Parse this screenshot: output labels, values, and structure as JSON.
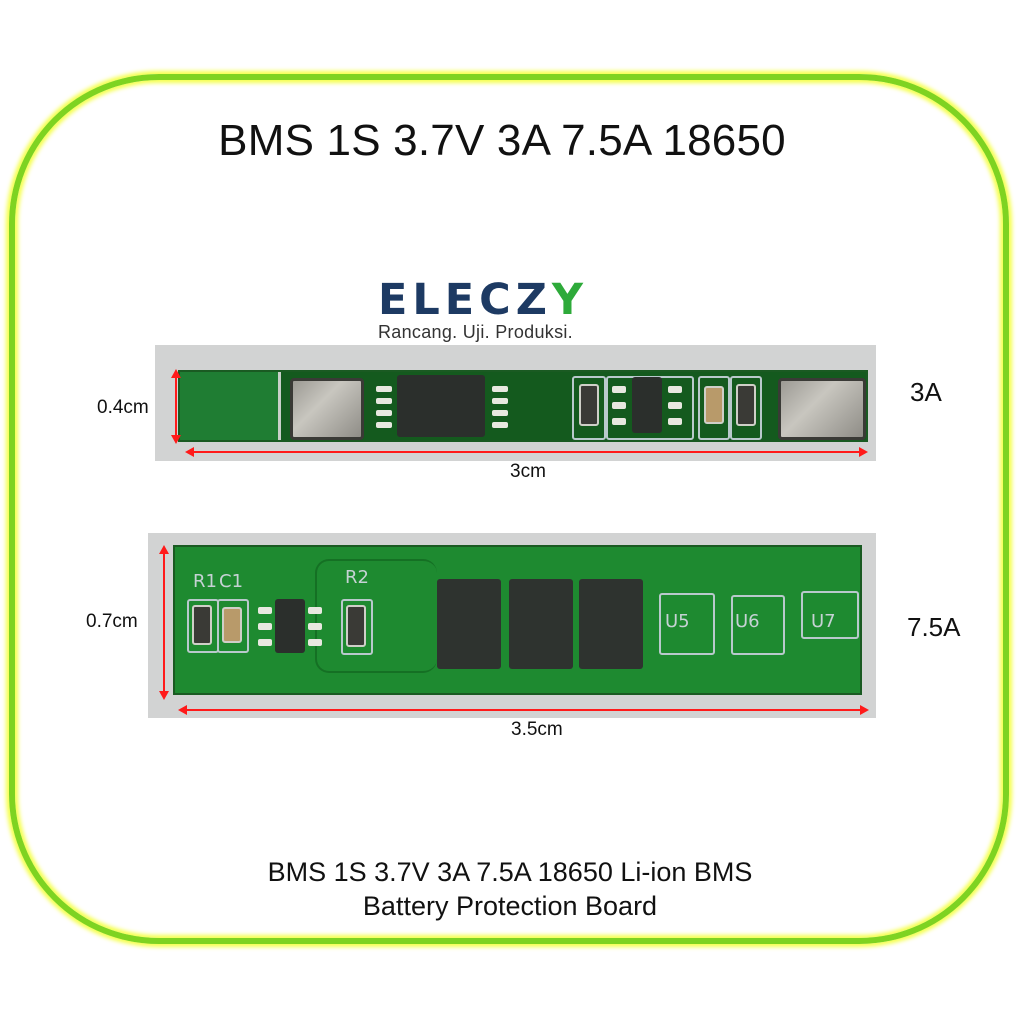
{
  "title": "BMS 1S 3.7V 3A 7.5A 18650",
  "logo": {
    "word_main": "ELECZ",
    "word_accent": "Y",
    "tagline": "Rancang. Uji. Produksi.",
    "colors": {
      "primary": "#1d3a63",
      "accent": "#2eaa3a"
    }
  },
  "boards": [
    {
      "rating": "3A",
      "height_label": "0.4cm",
      "length_label": "3cm"
    },
    {
      "rating": "7.5A",
      "height_label": "0.7cm",
      "length_label": "3.5cm",
      "silkscreen": [
        "R1",
        "C1",
        "R2",
        "U5",
        "U6",
        "U7"
      ]
    }
  ],
  "caption": {
    "line1": "BMS 1S 3.7V 3A 7.5A 18650 Li-ion BMS",
    "line2": "Battery Protection Board"
  },
  "colors": {
    "frame": "#7ed321",
    "frame_glow": "#f5ff4a",
    "dimension_arrow": "#ff1a1a",
    "pcb_green": "#1e8a30"
  }
}
